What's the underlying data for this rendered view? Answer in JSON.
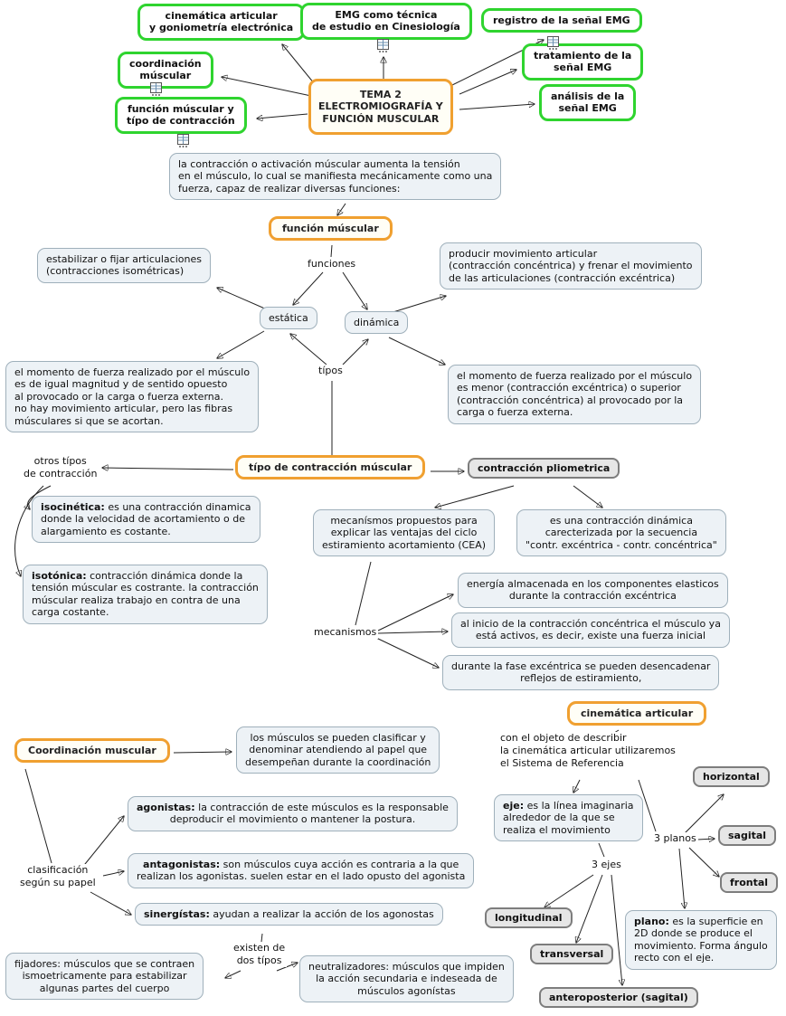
{
  "colors": {
    "topic_border_green": "#2fd42f",
    "main_border_orange": "#f0a030",
    "box_fill": "#edf2f6",
    "box_border": "#9fb0bb",
    "gray_fill": "#e6e6e6",
    "line": "#222222"
  },
  "icons": {
    "resource": "attached-resource-grid-icon"
  },
  "nodes": {
    "cine_gonio": {
      "text": "cinemática articular\ny goniometría electrónica"
    },
    "emg_tecnica": {
      "text": "EMG como técnica\nde estudio en Cinesiología"
    },
    "registro": {
      "text": "registro de la señal EMG"
    },
    "coordinacion_tema": {
      "text": "coordinación\nmúscular"
    },
    "tratamiento": {
      "text": "tratamiento de la\nseñal EMG"
    },
    "funcion_tipo": {
      "text": "función múscular y\ntípo de contracción"
    },
    "analisis": {
      "text": "análisis de la\nseñal EMG"
    },
    "tema2": {
      "text": "TEMA 2\nELECTROMIOGRAFÍA Y\nFUNCIÓN MUSCULAR"
    },
    "intro": {
      "text": "la contracción o activación múscular aumenta la tensión\nen el músculo, lo cual se manifiesta mecánicamente como una\nfuerza, capaz de realizar diversas funciones:"
    },
    "funcion_muscular": {
      "text": "función múscular"
    },
    "funciones": {
      "text": "funciones"
    },
    "estabilizar": {
      "text": "estabilizar o fijar articulaciones\n(contracciones isométricas)"
    },
    "producir": {
      "text": "producir movimiento articular\n(contracción concéntrica) y frenar el movimiento\nde las articulaciones (contracción excéntrica)"
    },
    "estatica": {
      "text": "estática"
    },
    "dinamica": {
      "text": "dinámica"
    },
    "tipos": {
      "text": "típos"
    },
    "momento_igual": {
      "text": "el momento de fuerza realizado por el músculo\nes de igual magnitud y de sentido opuesto\nal provocado or la carga o fuerza externa.\nno hay movimiento articular, pero las fibras\nmúsculares si que se acortan."
    },
    "momento_menor": {
      "text": "el momento de fuerza realizado por el músculo\nes menor (contracción excéntrica) o superior\n(contracción concéntrica) al provocado por la\ncarga o fuerza externa."
    },
    "otros_tipos": {
      "text": "otros típos\nde contracción"
    },
    "tipo_contraccion": {
      "text": "típo de contracción múscular"
    },
    "pliometrica": {
      "text": "contracción pliometrica"
    },
    "isocinetica": {
      "prefix": "isocinética:",
      "text": " es una contracción dinamica\ndonde la velocidad de acortamiento o de\nalargamiento es costante."
    },
    "mecanismos_propuestos": {
      "text": "mecanísmos propuestos para\nexplicar las ventajas del ciclo\nestiramiento acortamiento (CEA)"
    },
    "secuencia": {
      "text": "es una contracción dinámica\ncarecterizada por la secuencia\n\"contr. excéntrica - contr. concéntrica\""
    },
    "isotonica": {
      "prefix": "isotónica:",
      "text": " contracción dinámica donde la\ntensión múscular es costrante. la contracción\nmúscular realiza trabajo en contra de una\ncarga costante."
    },
    "energia": {
      "text": "energía almacenada en los componentes elasticos\ndurante la contracción excéntrica"
    },
    "mecanismos": {
      "text": "mecanismos"
    },
    "fuerza_inicial": {
      "text": "al inicio de la contracción concéntrica el músculo ya\nestá activos, es decir, existe una fuerza inicial"
    },
    "reflejos": {
      "text": "durante la fase excéntrica se pueden desencadenar\nreflejos de estiramiento,"
    },
    "cinematica_articular": {
      "text": "cinemática articular"
    },
    "coordinacion_muscular": {
      "text": "Coordinación muscular"
    },
    "clasificar_papel": {
      "text": "los músculos se pueden clasificar y\ndenominar atendiendo al papel que\ndesempeñan durante la coordinación"
    },
    "sistema_referencia": {
      "text": "con el objeto de describir\nla cinemática articular utilizaremos\nel Sistema de Referencia"
    },
    "horizontal": {
      "text": "horizontal"
    },
    "agonistas": {
      "prefix": "agonistas:",
      "text": " la contracción de este músculos es la responsable\ndeproducir el movimiento o mantener la postura."
    },
    "eje": {
      "prefix": "eje:",
      "text": " es la línea imaginaria\nalrededor de la que se\nrealiza el movimiento"
    },
    "tres_planos": {
      "text": "3 planos"
    },
    "sagital": {
      "text": "sagital"
    },
    "antagonistas": {
      "prefix": "antagonistas:",
      "text": " son músculos cuya acción es contraria a la que\nrealizan los agonistas. suelen estar en el lado opusto del agonista"
    },
    "clasificacion": {
      "text": "clasificación\nsegún su papel"
    },
    "tres_ejes": {
      "text": "3 ejes"
    },
    "frontal": {
      "text": "frontal"
    },
    "sinergistas": {
      "prefix": "sinergístas:",
      "text": " ayudan a realizar la acción de los agonostas"
    },
    "longitudinal": {
      "text": "longitudinal"
    },
    "existen": {
      "text": "existen de\ndos típos"
    },
    "plano": {
      "prefix": "plano:",
      "text": " es la superficie en\n2D donde se produce el\nmovimiento. Forma ángulo\nrecto con el eje."
    },
    "fijadores": {
      "text": "fijadores: músculos que se contraen\nismoetricamente para estabilizar\nalgunas partes del cuerpo"
    },
    "transversal": {
      "text": "transversal"
    },
    "neutralizadores": {
      "text": "neutralizadores: músculos que impiden\nla acción secundaria e indeseada de\nmúsculos agonístas"
    },
    "anteroposterior": {
      "text": "anteroposterior (sagital)"
    }
  }
}
